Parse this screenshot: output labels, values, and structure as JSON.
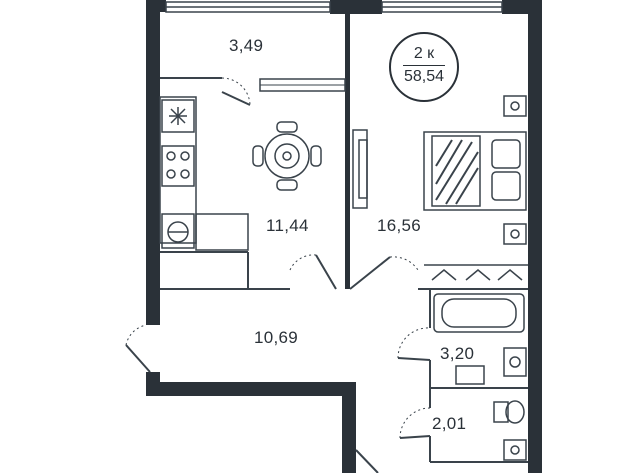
{
  "apartment": {
    "rooms": "2 к",
    "total_area": "58,54"
  },
  "rooms": [
    {
      "id": "balcony",
      "area": "3,49"
    },
    {
      "id": "kitchen",
      "area": "11,44"
    },
    {
      "id": "bedroom",
      "area": "16,56"
    },
    {
      "id": "hallway",
      "area": "10,69"
    },
    {
      "id": "bathroom",
      "area": "3,20"
    },
    {
      "id": "toilet",
      "area": "2,01"
    }
  ],
  "colors": {
    "wall": "#2a3138",
    "line": "#3a434b",
    "background": "#ffffff"
  }
}
